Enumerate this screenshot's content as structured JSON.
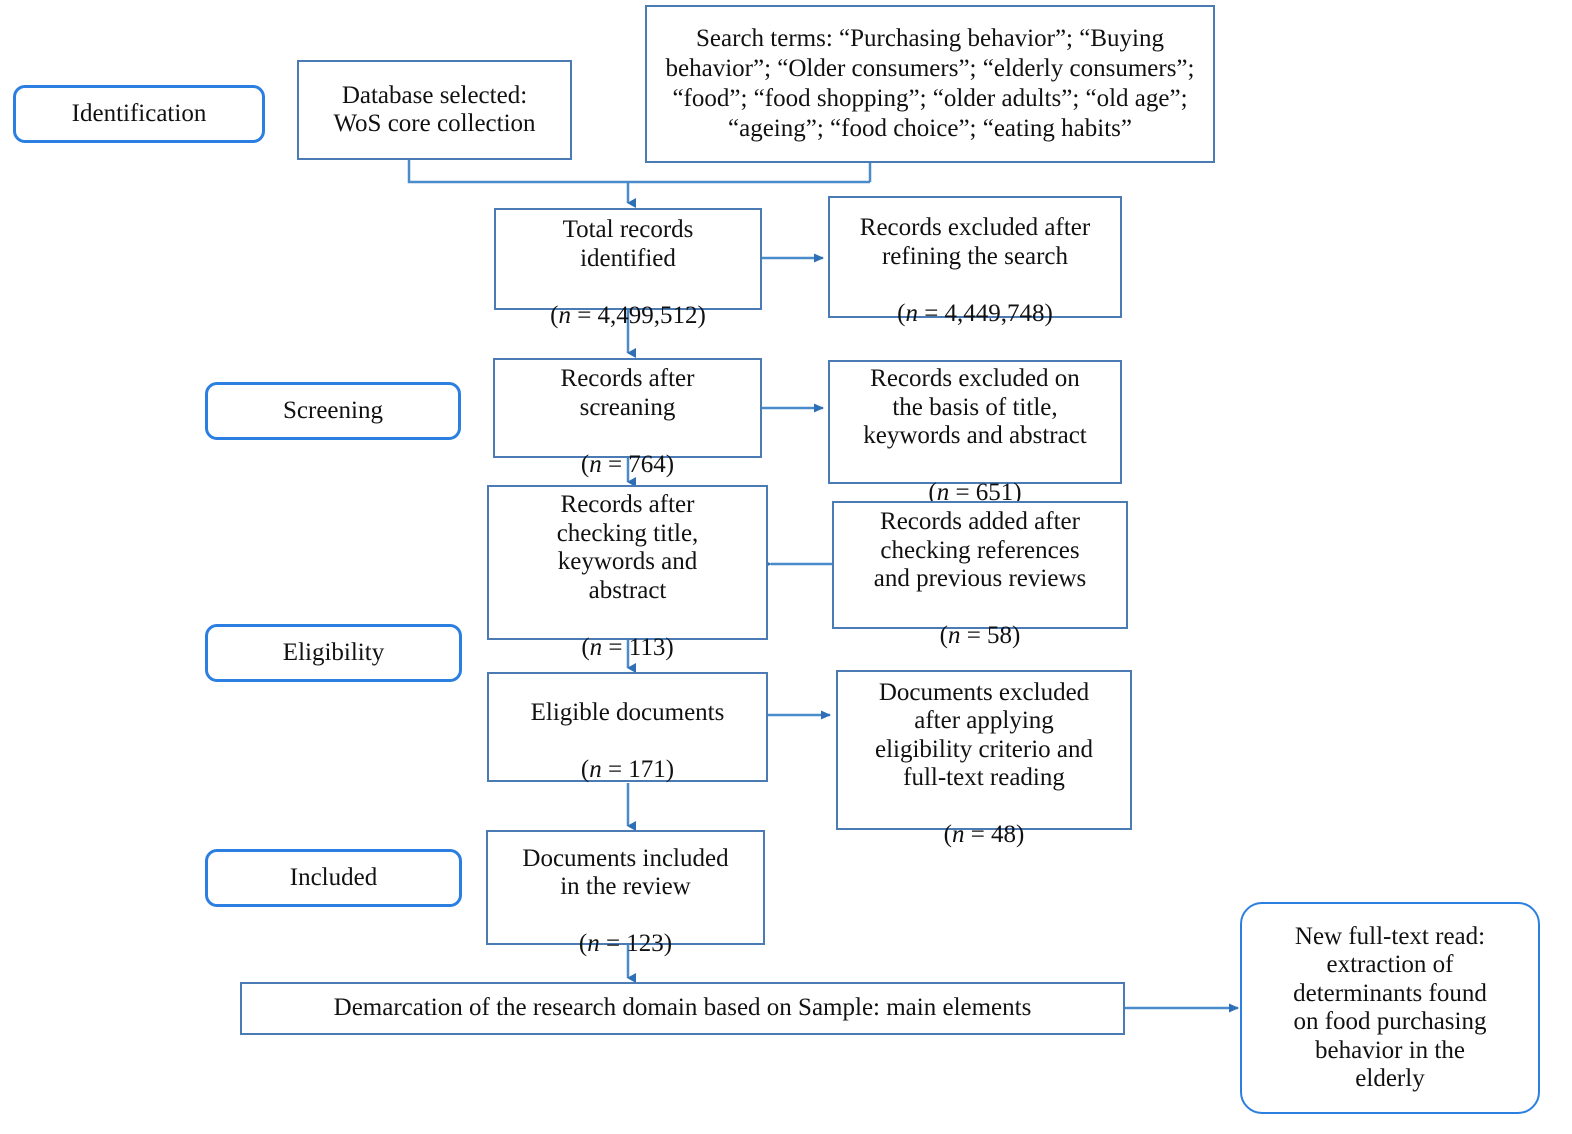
{
  "diagram": {
    "title": "PRISMA flow diagram of the literature selection process",
    "type": "flowchart",
    "accent_color": "#4a7bb5",
    "stage_pill_color": "#2b7fe0",
    "text_color": "#111111",
    "background": "#ffffff"
  },
  "stages": [
    {
      "id": "identification",
      "label": "Identification"
    },
    {
      "id": "screening",
      "label": "Screening"
    },
    {
      "id": "eligibility",
      "label": "Eligibility"
    },
    {
      "id": "included",
      "label": "Included"
    }
  ],
  "sources": {
    "database": "Database selected:\nWoS core collection",
    "search_terms": "Search terms: “Purchasing behavior”; “Buying behavior”; “Older consumers”; “elderly consumers”; “food”; “food shopping”; “older adults”; “old age”; “ageing”; “food choice”; “eating habits”"
  },
  "flow": {
    "total_records": {
      "label": "Total records\nidentified",
      "n_prefix": "(",
      "n_symbol": "n",
      "n_value": " = 4,499,512)"
    },
    "records_after_screening": {
      "label": "Records after\nscreaning",
      "n_prefix": "(",
      "n_symbol": "n",
      "n_value": " = 764)"
    },
    "records_after_checking": {
      "label": "Records after\nchecking title,\nkeywords and\nabstract",
      "n_prefix": "(",
      "n_symbol": "n",
      "n_value": " = 113)"
    },
    "eligible_documents": {
      "label": "Eligible documents",
      "n_prefix": "(",
      "n_symbol": "n",
      "n_value": " = 171)"
    },
    "documents_included": {
      "label": "Documents included\nin the review",
      "n_prefix": "(",
      "n_symbol": "n",
      "n_value": " = 123)"
    },
    "demarcation": {
      "label": "Demarcation of the research domain based on Sample: main elements"
    }
  },
  "side_boxes": {
    "excluded_refining": {
      "label": "Records excluded after\nrefining the search",
      "n_prefix": "(",
      "n_symbol": "n",
      "n_value": " = 4,449,748)"
    },
    "excluded_title_keywords": {
      "label": "Records excluded on\nthe basis of title,\nkeywords and abstract",
      "n_prefix": "(",
      "n_symbol": "n",
      "n_value": " = 651)"
    },
    "added_references": {
      "label": "Records added after\nchecking references\nand previous reviews",
      "n_prefix": "(",
      "n_symbol": "n",
      "n_value": " = 58)"
    },
    "excluded_eligibility": {
      "label": "Documents excluded\nafter applying\neligibility criterio and\nfull-text reading",
      "n_prefix": "(",
      "n_symbol": "n",
      "n_value": " = 48)"
    },
    "new_full_text": {
      "label": "New full-text read:\nextraction of\ndeterminants found\non food purchasing\nbehavior in the\nelderly"
    }
  }
}
